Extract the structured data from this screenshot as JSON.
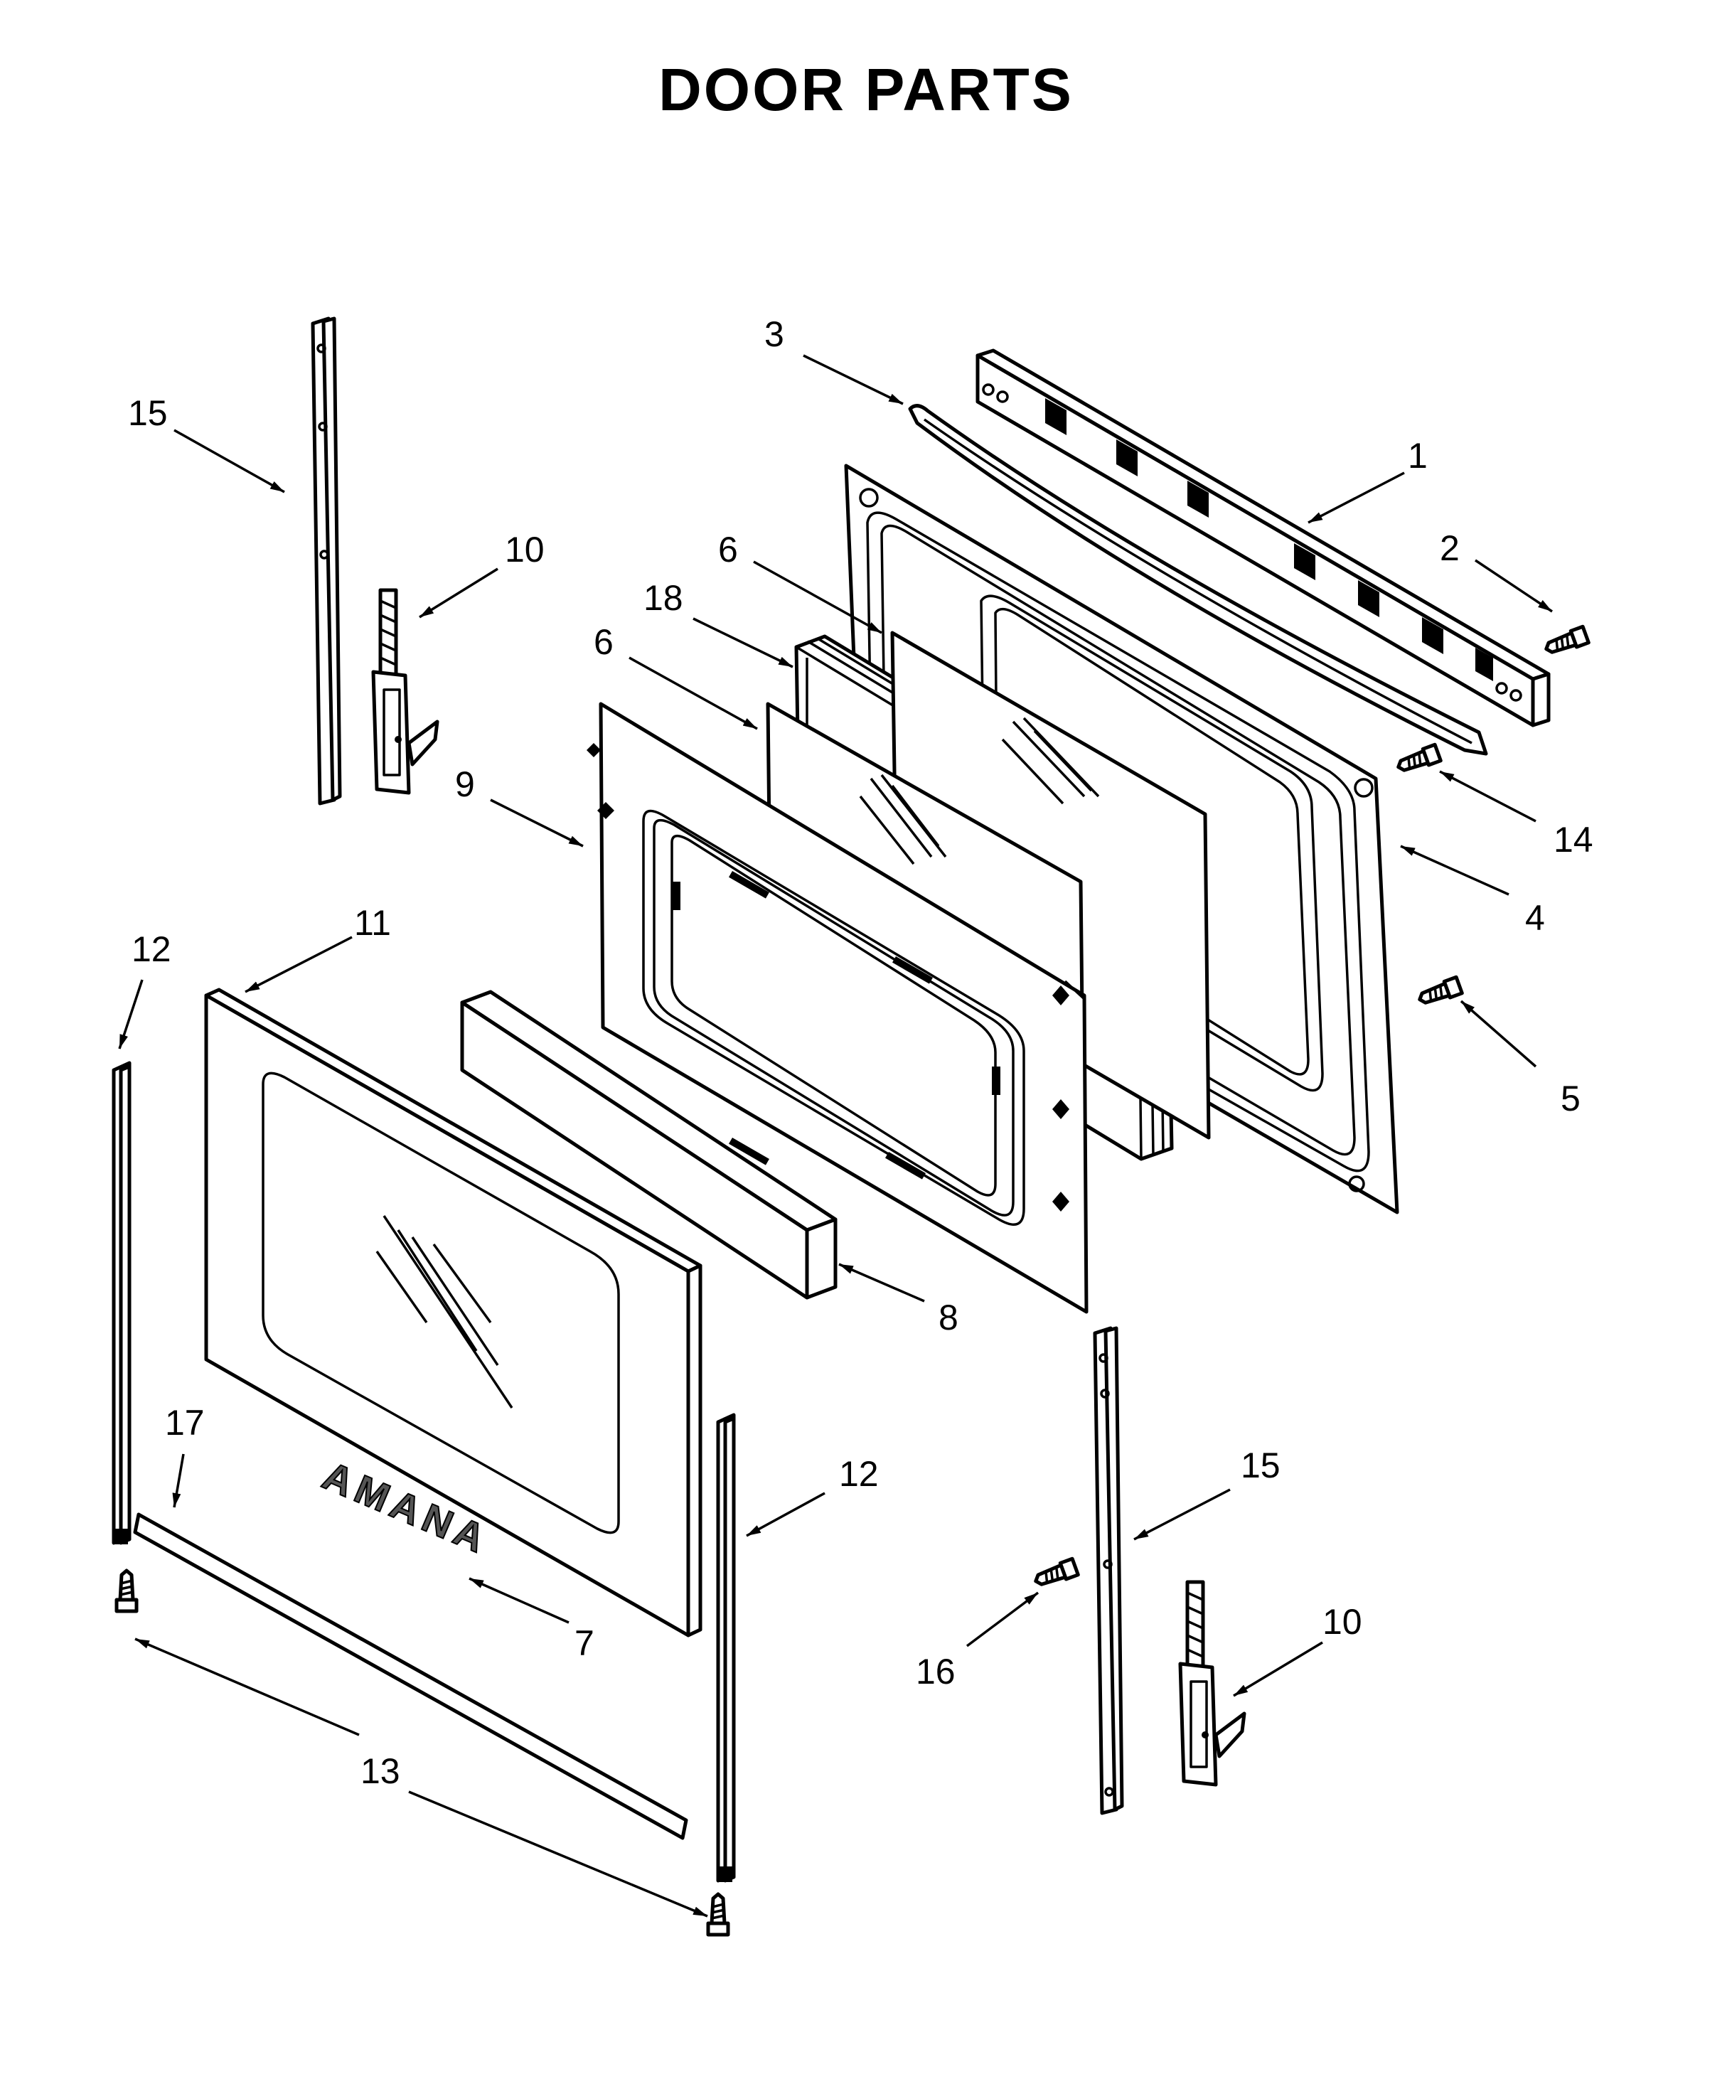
{
  "title": "DOOR PARTS",
  "brand_logo_text": "AMANA",
  "callouts": {
    "c1": "1",
    "c2": "2",
    "c3": "3",
    "c4": "4",
    "c5": "5",
    "c6a": "6",
    "c6b": "6",
    "c7": "7",
    "c8": "8",
    "c9": "9",
    "c10a": "10",
    "c10b": "10",
    "c11": "11",
    "c12a": "12",
    "c12b": "12",
    "c13": "13",
    "c14": "14",
    "c15a": "15",
    "c15b": "15",
    "c16": "16",
    "c17": "17",
    "c18": "18"
  }
}
